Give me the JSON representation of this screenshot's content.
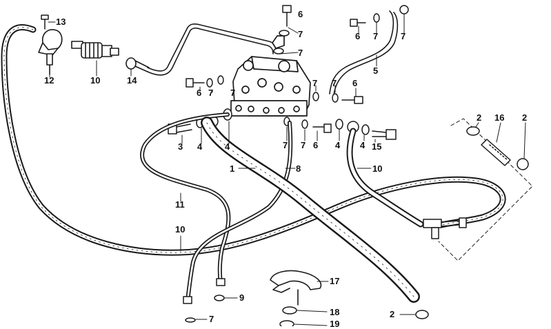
{
  "diagram": {
    "style": "black-and-white exploded parts drawing",
    "colors": {
      "ink": "#1a1a1a",
      "background": "#ffffff"
    },
    "callouts": [
      {
        "id": "c13",
        "label": "13"
      },
      {
        "id": "c12",
        "label": "12"
      },
      {
        "id": "c10a",
        "label": "10"
      },
      {
        "id": "c14",
        "label": "14"
      },
      {
        "id": "c6a",
        "label": "6"
      },
      {
        "id": "c7a",
        "label": "7"
      },
      {
        "id": "c7b",
        "label": "7"
      },
      {
        "id": "c6b",
        "label": "6"
      },
      {
        "id": "c7c",
        "label": "7"
      },
      {
        "id": "c7d",
        "label": "7"
      },
      {
        "id": "c5",
        "label": "5"
      },
      {
        "id": "c6c",
        "label": "6"
      },
      {
        "id": "c7e",
        "label": "7"
      },
      {
        "id": "c7f",
        "label": "7"
      },
      {
        "id": "c7g",
        "label": "7"
      },
      {
        "id": "c7h",
        "label": "7"
      },
      {
        "id": "c6d",
        "label": "6"
      },
      {
        "id": "c3",
        "label": "3"
      },
      {
        "id": "c4a",
        "label": "4"
      },
      {
        "id": "c4b",
        "label": "4"
      },
      {
        "id": "c7i",
        "label": "7"
      },
      {
        "id": "c7j",
        "label": "7"
      },
      {
        "id": "c6e",
        "label": "6"
      },
      {
        "id": "c4c",
        "label": "4"
      },
      {
        "id": "c4d",
        "label": "4"
      },
      {
        "id": "c15",
        "label": "15"
      },
      {
        "id": "c2a",
        "label": "2"
      },
      {
        "id": "c16",
        "label": "16"
      },
      {
        "id": "c2b",
        "label": "2"
      },
      {
        "id": "c1",
        "label": "1"
      },
      {
        "id": "c8",
        "label": "8"
      },
      {
        "id": "c10b",
        "label": "10"
      },
      {
        "id": "c11",
        "label": "11"
      },
      {
        "id": "c10c",
        "label": "10"
      },
      {
        "id": "c9",
        "label": "9"
      },
      {
        "id": "c7k",
        "label": "7"
      },
      {
        "id": "c17",
        "label": "17"
      },
      {
        "id": "c18",
        "label": "18"
      },
      {
        "id": "c19",
        "label": "19"
      },
      {
        "id": "c2c",
        "label": "2"
      }
    ]
  }
}
